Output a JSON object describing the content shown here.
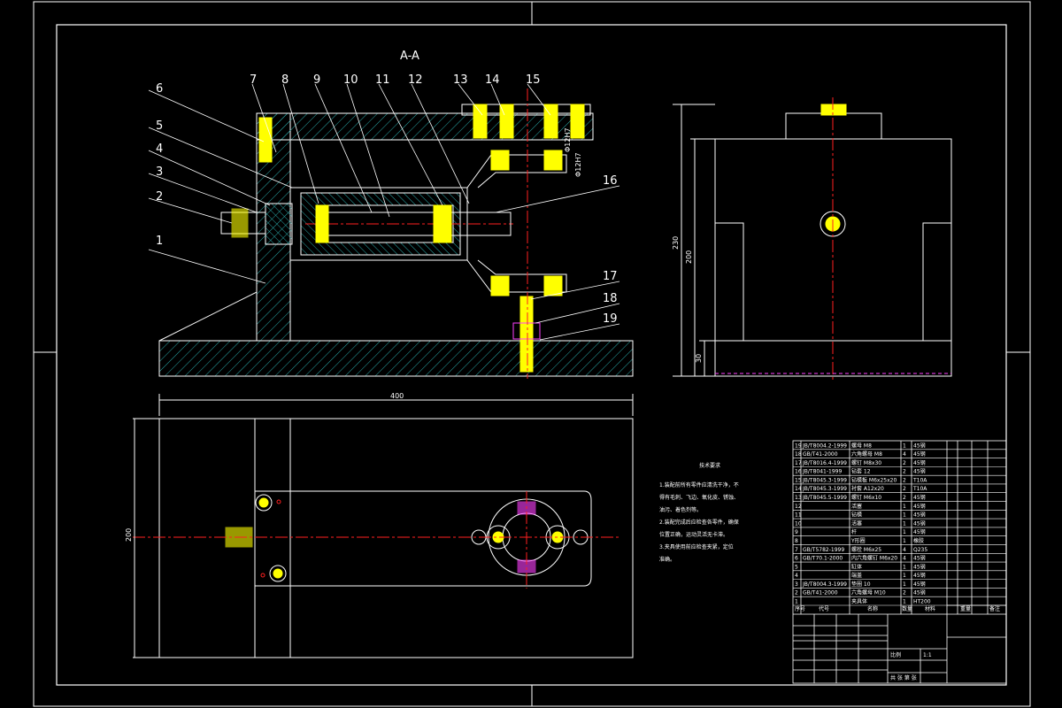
{
  "section_title": "A-A",
  "callouts": [
    "1",
    "2",
    "3",
    "4",
    "5",
    "6",
    "7",
    "8",
    "9",
    "10",
    "11",
    "12",
    "13",
    "14",
    "15",
    "16",
    "17",
    "18",
    "19"
  ],
  "dimensions": {
    "overall_width": "400",
    "height_total": "230",
    "height_body": "200",
    "base_thickness": "30",
    "plan_depth": "200",
    "bore_1": "Φ12H7",
    "bore_2": "Φ12H7"
  },
  "notes_title": "技术要求",
  "notes": [
    "1.装配前所有零件应清洗干净，不",
    "得有毛刺、飞边、氧化皮、锈蚀、",
    "油污、着色剂等。",
    "2.装配完成后应检查各零件，确保",
    "位置正确，运动灵活无卡滞。",
    "3.夹具使用前应检查夹紧，定位",
    "准确。"
  ],
  "bom": [
    {
      "no": "19",
      "std": "JB/T8004.2-1999",
      "name": "螺母 M8",
      "qty": "1",
      "mat": "45钢"
    },
    {
      "no": "18",
      "std": "GB/T41-2000",
      "name": "六角螺母 M8",
      "qty": "4",
      "mat": "45钢"
    },
    {
      "no": "17",
      "std": "JB/T8016.4-1999",
      "name": "螺钉 M8x30",
      "qty": "2",
      "mat": "45钢"
    },
    {
      "no": "16",
      "std": "JB/T8041-1999",
      "name": "钻套 12",
      "qty": "2",
      "mat": "45钢"
    },
    {
      "no": "15",
      "std": "JB/T8045.3-1999",
      "name": "钻模板 M6x25x20",
      "qty": "2",
      "mat": "T10A"
    },
    {
      "no": "14",
      "std": "JB/T8045.3-1999",
      "name": "衬套 A12x20",
      "qty": "2",
      "mat": "T10A"
    },
    {
      "no": "13",
      "std": "JB/T8045.5-1999",
      "name": "螺钉 M6x10",
      "qty": "2",
      "mat": "45钢"
    },
    {
      "no": "12",
      "std": "",
      "name": "活塞",
      "qty": "1",
      "mat": "45钢"
    },
    {
      "no": "11",
      "std": "",
      "name": "钻模",
      "qty": "1",
      "mat": "45钢"
    },
    {
      "no": "10",
      "std": "",
      "name": "活塞",
      "qty": "1",
      "mat": "45钢"
    },
    {
      "no": "9",
      "std": "",
      "name": "杆",
      "qty": "1",
      "mat": "45钢"
    },
    {
      "no": "8",
      "std": "",
      "name": "Y形圈",
      "qty": "1",
      "mat": "橡胶"
    },
    {
      "no": "7",
      "std": "GB/T5782-1999",
      "name": "螺栓 M6x25",
      "qty": "4",
      "mat": "Q235"
    },
    {
      "no": "6",
      "std": "GB/T70.1-2000",
      "name": "内六角螺钉 M6x20",
      "qty": "4",
      "mat": "45钢"
    },
    {
      "no": "5",
      "std": "",
      "name": "缸体",
      "qty": "1",
      "mat": "45钢"
    },
    {
      "no": "4",
      "std": "",
      "name": "端盖",
      "qty": "1",
      "mat": "45钢"
    },
    {
      "no": "3",
      "std": "JB/T8004.3-1999",
      "name": "垫圈 10",
      "qty": "1",
      "mat": "45钢"
    },
    {
      "no": "2",
      "std": "GB/T41-2000",
      "name": "六角螺母 M10",
      "qty": "2",
      "mat": "45钢"
    },
    {
      "no": "1",
      "std": "",
      "name": "夹具体",
      "qty": "1",
      "mat": "HT200"
    }
  ],
  "bom_header": {
    "no": "序号",
    "std": "代号",
    "name": "名称",
    "qty": "数量",
    "mat": "材料",
    "weight": "重量",
    "note": "备注"
  },
  "title_block": {
    "scale_label": "比例",
    "scale_value": "1:1",
    "sheet": "共 张 第 张"
  },
  "colors": {
    "background": "#000000",
    "line": "#ffffff",
    "hatch": "#2aa8a8",
    "centerline": "#ff2020",
    "accent": "#ff40ff",
    "bolt": "#ffff00"
  }
}
